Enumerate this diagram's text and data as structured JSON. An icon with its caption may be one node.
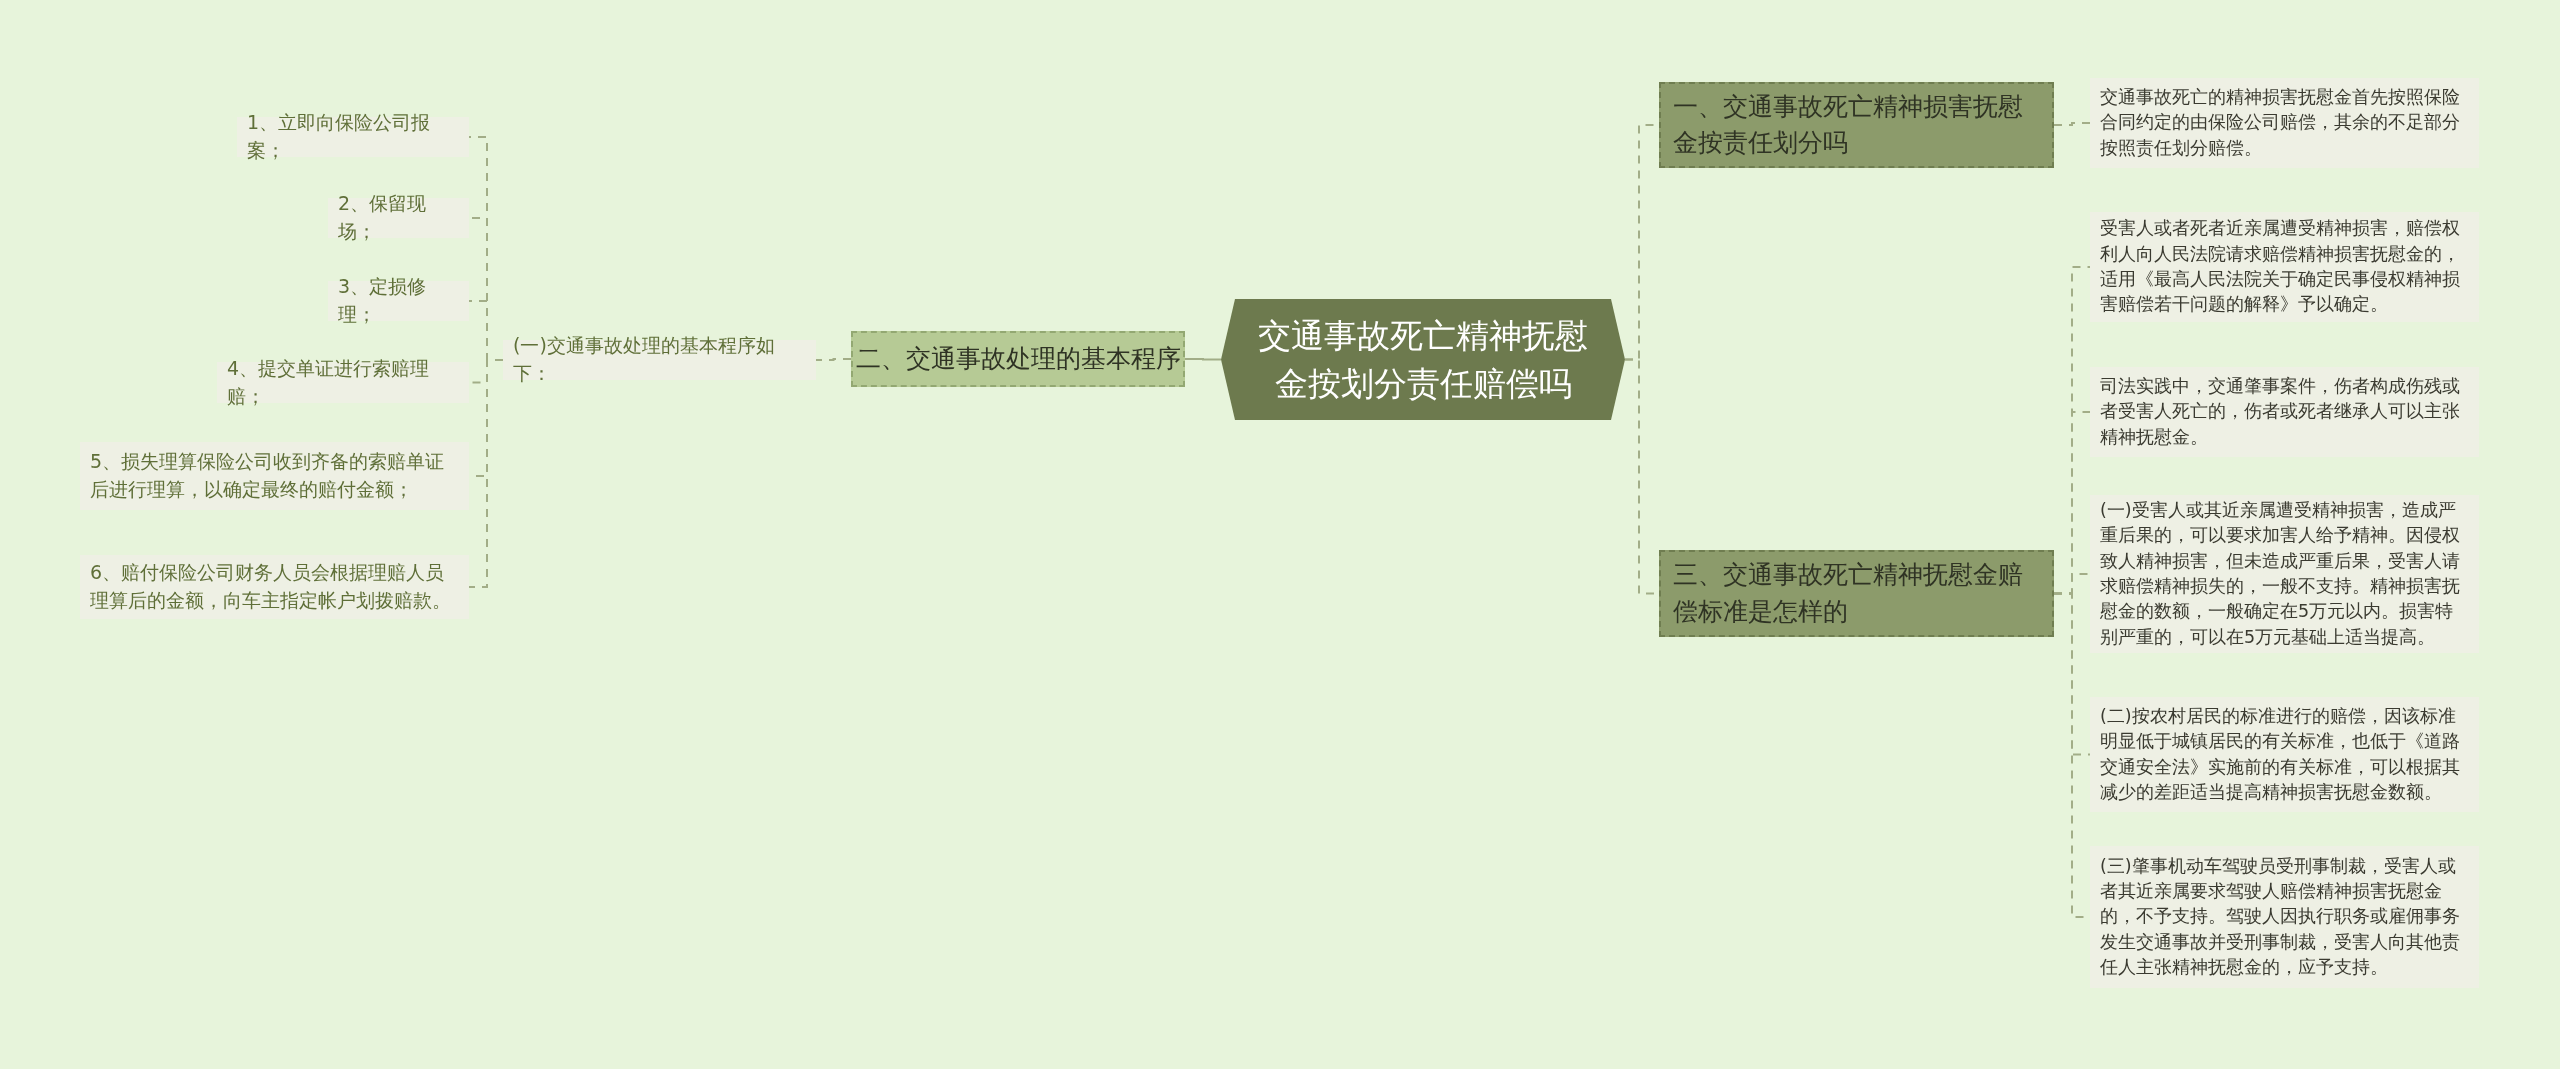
{
  "diagram": {
    "nodes": [
      {
        "text": [
          "交通事故死亡精神抚慰金按划分责任赔偿吗"
        ]
      },
      {
        "text": [
          "一、交通事故死亡精神损害抚慰金按责任划分吗"
        ]
      },
      {
        "text": [
          "交通事故死亡的精神损害抚慰金首先按照保险合同约定的由保险公司赔偿，其余的不足部分按照责任划分赔偿。"
        ]
      },
      {
        "text": [
          "二、交通事故处理的基本程序"
        ]
      },
      {
        "text": [
          "(一)交通事故处理的基本程序如下："
        ]
      },
      {
        "text": [
          "1、立即向保险公司报案；"
        ]
      },
      {
        "text": [
          "2、保留现场；"
        ]
      },
      {
        "text": [
          "3、定损修理；"
        ]
      },
      {
        "text": [
          "4、提交单证进行索赔理赔；"
        ]
      },
      {
        "text": [
          "5、损失理算保险公司收到齐备的索赔单证后进行理算，以确定最终的赔付金额；"
        ]
      },
      {
        "text": [
          "6、赔付保险公司财务人员会根据理赔人员理算后的金额，向车主指定帐户划拨赔款。"
        ]
      },
      {
        "text": [
          "三、交通事故死亡精神抚慰金赔偿标准是怎样的"
        ]
      },
      {
        "text": [
          "受害人或者死者近亲属遭受精神损害，赔偿权利人向人民法院请求赔偿精神损害抚慰金的，适用《最高人民法院关于确定民事侵权精神损害赔偿若干问题的解释》予以确定。"
        ]
      },
      {
        "text": [
          "司法实践中，交通肇事案件，伤者构成伤残或者受害人死亡的，伤者或死者继承人可以主张精神抚慰金。"
        ]
      },
      {
        "text": [
          "(一)受害人或其近亲属遭受精神损害，造成严重后果的，可以要求加害人给予精神。因侵权致人精神损害，但未造成严重后果，受害人请求赔偿精神损失的，一般不支持。精神损害抚慰金的数额，一般确定在5万元以内。损害特别严重的，可以在5万元基础上适当提高。"
        ]
      },
      {
        "text": [
          "(二)按农村居民的标准进行的赔偿，因该标准明显低于城镇居民的有关标准，也低于《道路交通安全法》实施前的有关标准，可以根据其减少的差距适当提高精神损害抚慰金数额。"
        ]
      },
      {
        "text": [
          "(三)肇事机动车驾驶员受刑事制裁，受害人或者其近亲属要求驾驶人赔偿精神损害抚慰金的，不予支持。驾驶人因执行职务或雇佣事务发生交通事故并受刑事制裁，受害人向其他责任人主张精神抚慰金的，应予支持。"
        ]
      }
    ],
    "edges": [
      {
        "from": 0,
        "to": 1,
        "arrow": "none",
        "style": "dashed"
      },
      {
        "from": 1,
        "to": 2,
        "arrow": "none",
        "style": "dashed"
      },
      {
        "from": 0,
        "to": 3,
        "arrow": "none"
      },
      {
        "from": 3,
        "to": 4,
        "arrow": "none",
        "style": "dashed"
      },
      {
        "from": 4,
        "to": 5,
        "arrow": "none",
        "style": "dashed"
      },
      {
        "from": 4,
        "to": 6,
        "arrow": "none",
        "style": "dashed"
      },
      {
        "from": 4,
        "to": 7,
        "arrow": "none",
        "style": "dashed"
      },
      {
        "from": 4,
        "to": 8,
        "arrow": "none",
        "style": "dashed"
      },
      {
        "from": 4,
        "to": 9,
        "arrow": "none",
        "style": "dashed"
      },
      {
        "from": 4,
        "to": 10,
        "arrow": "none",
        "style": "dashed"
      },
      {
        "from": 0,
        "to": 11,
        "arrow": "none",
        "style": "dashed"
      },
      {
        "from": 11,
        "to": 12,
        "arrow": "none",
        "style": "dashed"
      },
      {
        "from": 11,
        "to": 13,
        "arrow": "none",
        "style": "dashed"
      },
      {
        "from": 11,
        "to": 14,
        "arrow": "none",
        "style": "dashed"
      },
      {
        "from": 11,
        "to": 15,
        "arrow": "none",
        "style": "dashed"
      },
      {
        "from": 11,
        "to": 16,
        "arrow": "none",
        "style": "dashed"
      }
    ]
  }
}
